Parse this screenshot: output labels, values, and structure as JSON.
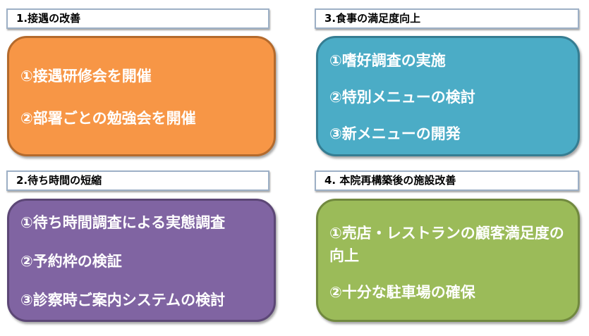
{
  "sections": [
    {
      "header": "1.接遇の改善",
      "items": [
        "①接遇研修会を開催",
        "②部署ごとの勉強会を開催"
      ],
      "color": "#f79646"
    },
    {
      "header": "3.食事の満足度向上",
      "items": [
        "①嗜好調査の実施",
        "②特別メニューの検討",
        "③新メニューの開発"
      ],
      "color": "#4bacc6"
    },
    {
      "header": "2.待ち時間の短縮",
      "items": [
        "①待ち時間調査による実態調査",
        "②予約枠の検証",
        "③診察時ご案内システムの検討"
      ],
      "color": "#8064a2"
    },
    {
      "header": "4. 本院再構築後の施設改善",
      "items": [
        "①売店・レストランの顧客満足度の向上",
        "②十分な駐車場の確保"
      ],
      "color": "#9bbb59"
    }
  ]
}
